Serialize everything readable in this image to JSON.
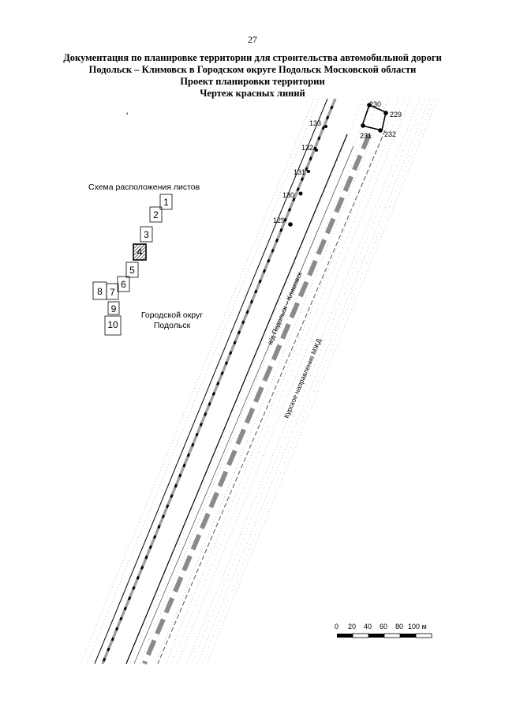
{
  "page_number": "27",
  "title": {
    "line1": "Документация по планировке территории для строительства автомобильной дороги",
    "line2": "Подольск – Климовск в Городском округе Подольск Московской области",
    "line3": "Проект планировки территории",
    "line4": "Чертеж красных линий"
  },
  "legend": {
    "title": "Схема расположения листов",
    "sheets": [
      "1",
      "2",
      "3",
      "4",
      "5",
      "6",
      "7",
      "8",
      "9",
      "10"
    ],
    "current_sheet": "4",
    "district_line1": "Городской округ",
    "district_line2": "Подольск"
  },
  "map": {
    "points": [
      "133",
      "132",
      "131",
      "130",
      "129",
      "230",
      "229",
      "231",
      "232"
    ],
    "road_label": "а/д Подольск – Климовск",
    "railway_label": "Курское направление МЖД",
    "north_mark": "'"
  },
  "scale": {
    "ticks": [
      "0",
      "20",
      "40",
      "60",
      "80",
      "100 м"
    ]
  }
}
